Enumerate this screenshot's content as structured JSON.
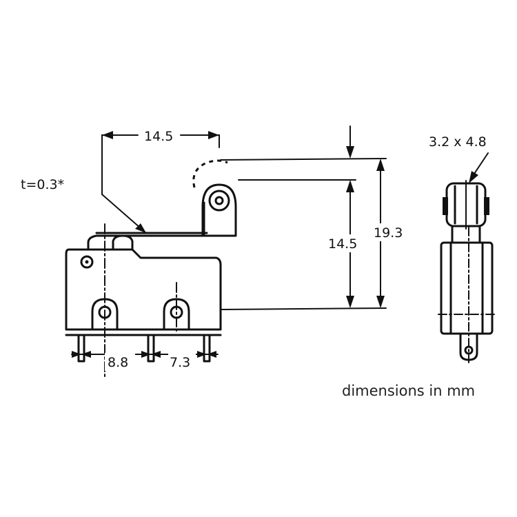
{
  "labels": {
    "top_length": "14.5",
    "thickness": "t=0.3*",
    "height_inner": "14.5",
    "height_outer": "19.3",
    "roller_size": "3.2 x 4.8",
    "pin_spacing_1": "8.8",
    "pin_spacing_2": "7.3",
    "units_note": "dimensions in mm"
  }
}
